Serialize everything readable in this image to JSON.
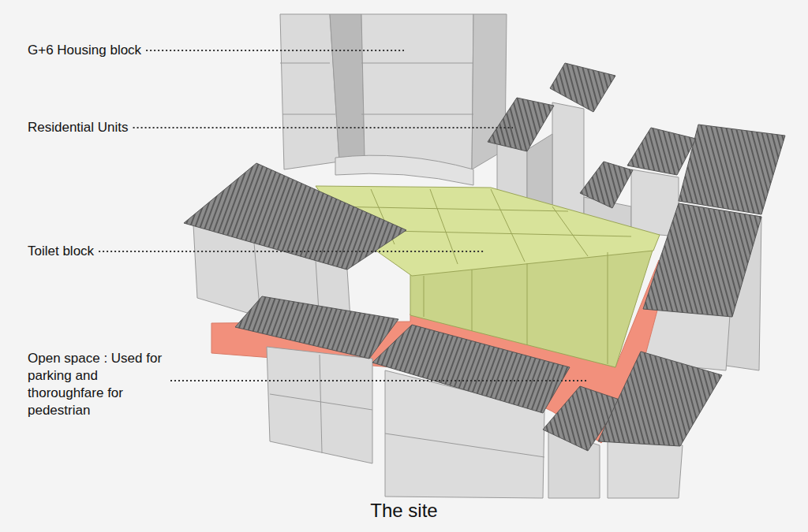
{
  "diagram": {
    "caption": "The site",
    "labels": [
      "G+6 Housing block",
      "Residential Units",
      "Toilet block",
      "Open space : Used for parking and thoroughfare for pedestrian"
    ]
  }
}
